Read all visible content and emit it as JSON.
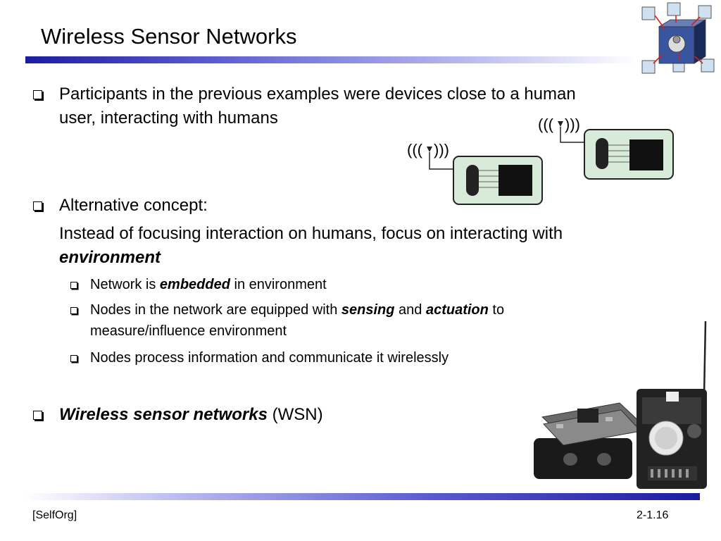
{
  "slide": {
    "title": "Wireless Sensor Networks",
    "bullets": {
      "b1_line1": "Participants in the previous examples were devices close to a human",
      "b1_line2": "user, interacting with humans",
      "b2": "Alternative concept:",
      "b2_para_line1": "Instead of focusing interaction on humans, focus on interacting with",
      "b2_para_emph": "environment",
      "sub1_pre": "Network is ",
      "sub1_emph": "embedded",
      "sub1_post": " in environment",
      "sub2_pre": "Nodes in the network are equipped with ",
      "sub2_emph1": "sensing",
      "sub2_mid": " and ",
      "sub2_emph2": "actuation",
      "sub2_post": " to",
      "sub2_line2": "measure/influence environment",
      "sub3": "Nodes process information and communicate it wirelessly",
      "b3_emph": "Wireless sensor networks",
      "b3_post": " (WSN)"
    }
  },
  "footer": {
    "left": "[SelfOrg]",
    "right": "2-1.16"
  },
  "colors": {
    "accent": "#1c1ca0",
    "node_fill": "#d8ead8"
  }
}
